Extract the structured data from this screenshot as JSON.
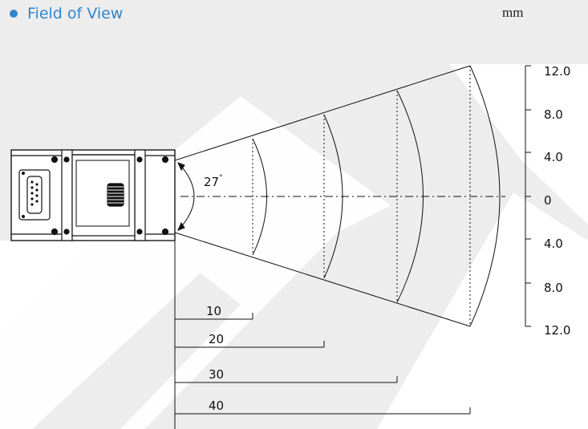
{
  "header": {
    "title": "Field of View",
    "unit": "mm"
  },
  "colors": {
    "accent": "#2f86cf",
    "background": "#ededed",
    "bandLight": "#ffffff",
    "line": "#111111"
  },
  "angle": {
    "value": "27",
    "degree": "°"
  },
  "scale": {
    "ticks": [
      "12.0",
      "8.0",
      "4.0",
      "0",
      "4.0",
      "8.0",
      "12.0"
    ]
  },
  "distances": [
    "10",
    "20",
    "30",
    "40"
  ]
}
